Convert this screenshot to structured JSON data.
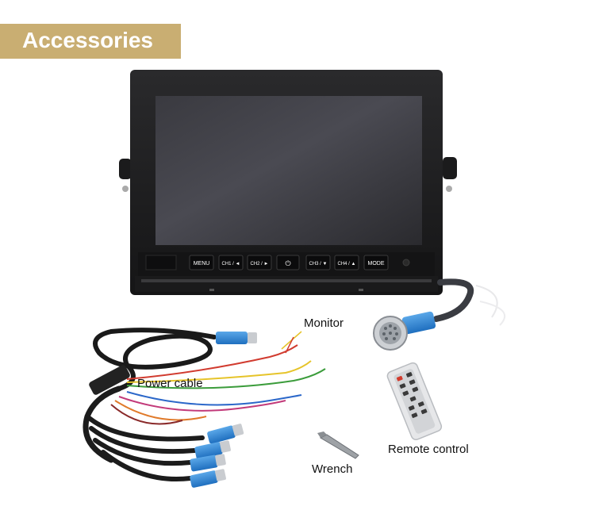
{
  "banner": {
    "title": "Accessories"
  },
  "monitor": {
    "buttons": [
      "MENU",
      "CH1 / ◄",
      "CH2 / ►",
      "⏻",
      "CH3 / ▼",
      "CH4 / ▲",
      "MODE"
    ]
  },
  "labels": {
    "monitor": "Monitor",
    "power_cable": "Power cable",
    "wrench": "Wrench",
    "remote_control": "Remote control"
  },
  "colors": {
    "banner": "#c9ae72",
    "connector_blue": "#2f86d6",
    "bezel": "#1c1c1e"
  }
}
